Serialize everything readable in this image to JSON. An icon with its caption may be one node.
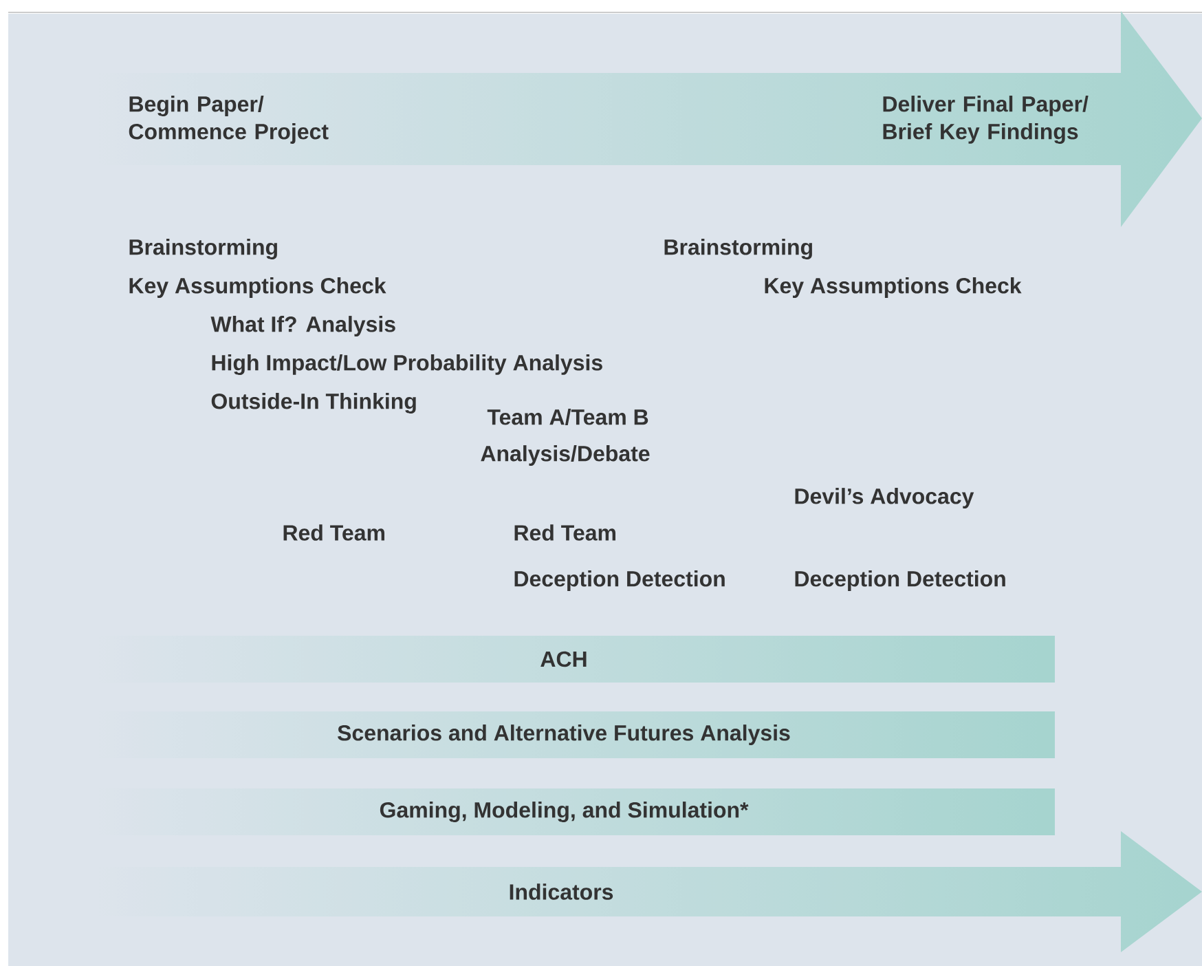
{
  "diagram": {
    "nodes": [
      {
        "text": [
          "Begin Paper/ Commence Project",
          "Deliver Final Paper/ Brief Key Findings"
        ]
      },
      {
        "text": [
          "ACH"
        ]
      },
      {
        "text": [
          "Scenarios and Alternative Futures Analysis"
        ]
      },
      {
        "text": [
          "Gaming, Modeling, and Simulation*"
        ]
      },
      {
        "text": [
          "Indicators"
        ]
      }
    ],
    "labels": [
      "Brainstorming",
      "Brainstorming",
      "Key Assumptions Check",
      "Key Assumptions Check",
      "What If? Analysis",
      "High Impact/Low Probability Analysis",
      "Outside-In Thinking",
      "Team A/Team B",
      "Analysis/Debate",
      "Devil’s Advocacy",
      "Red Team",
      "Red Team",
      "Deception Detection",
      "Deception Detection"
    ]
  }
}
